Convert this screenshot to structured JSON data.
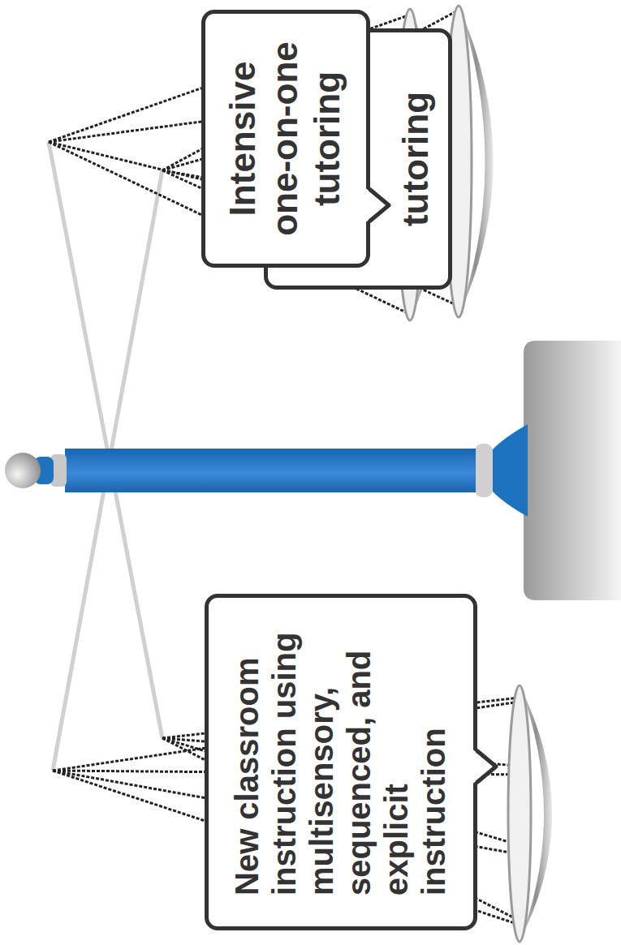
{
  "diagram": {
    "nodes": [
      {
        "text": [
          "New classroom instruction using multisensory, sequenced, and explicit instruction"
        ]
      },
      {
        "text": [
          "Intensive one-on-one tutoring"
        ]
      },
      {
        "text": [
          "tutoring"
        ]
      }
    ]
  }
}
